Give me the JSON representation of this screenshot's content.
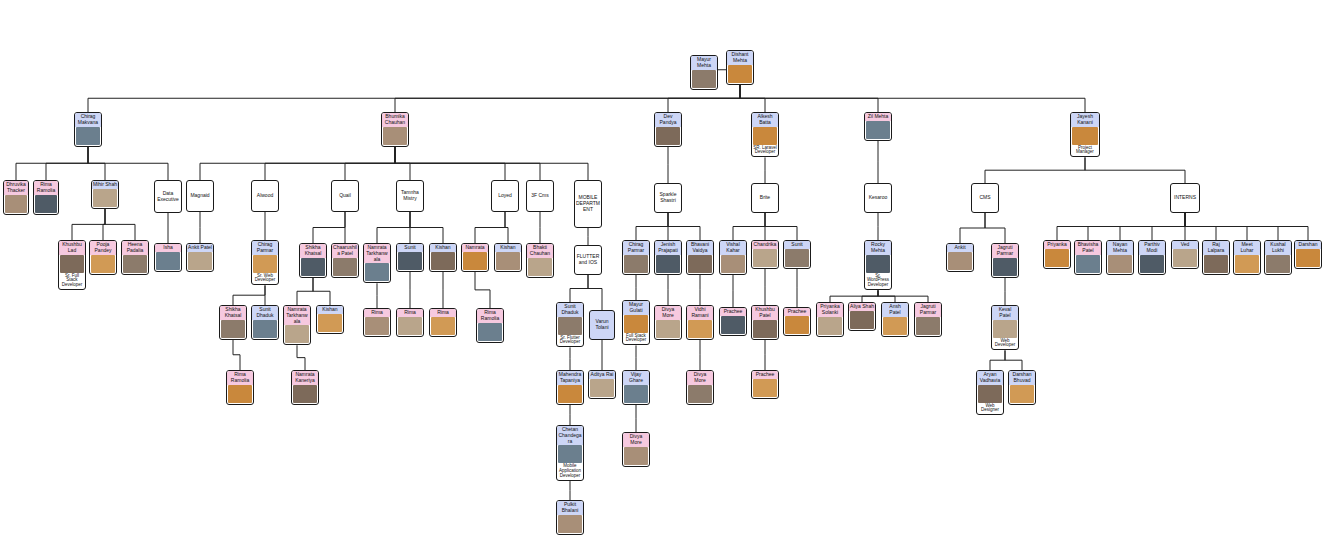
{
  "diagram": {
    "nodes": [
      {
        "text": [
          "Mayur Mehta"
        ]
      },
      {
        "text": [
          "Dishant Mehta"
        ]
      },
      {
        "text": [
          "Chirag Makvana"
        ]
      },
      {
        "text": [
          "Dhruvika Thacker"
        ]
      },
      {
        "text": [
          "Rima Ramolia"
        ]
      },
      {
        "text": [
          "Mihir Shah"
        ]
      },
      {
        "text": [
          "Khushbu Lad",
          "Sr. Full Stack Developer"
        ]
      },
      {
        "text": [
          "Pooja Pandey"
        ]
      },
      {
        "text": [
          "Heena Padalia"
        ]
      },
      {
        "text": [
          "Data Executive"
        ]
      },
      {
        "text": [
          "Isha"
        ]
      },
      {
        "text": [
          "Bhumika Chauhan"
        ]
      },
      {
        "text": [
          "Magnaid"
        ]
      },
      {
        "text": [
          "Ankit Patel"
        ]
      },
      {
        "text": [
          "Alwood"
        ]
      },
      {
        "text": [
          "Chirag Parmar",
          "Sr. Web Developer"
        ]
      },
      {
        "text": [
          "Shikha Khatsal"
        ]
      },
      {
        "text": [
          "Rima Ramolia"
        ]
      },
      {
        "text": [
          "Sunit Dhaduk"
        ]
      },
      {
        "text": [
          "Quail"
        ]
      },
      {
        "text": [
          "Shikha Khatsal"
        ]
      },
      {
        "text": [
          "Namrata Tarkhanwala"
        ]
      },
      {
        "text": [
          "Namrata Kaneriya"
        ]
      },
      {
        "text": [
          "Kishan"
        ]
      },
      {
        "text": [
          "Chaarushila Patel"
        ]
      },
      {
        "text": [
          "Tamnha Mistry"
        ]
      },
      {
        "text": [
          "Namrata Tarkhanwala"
        ]
      },
      {
        "text": [
          "Rima"
        ]
      },
      {
        "text": [
          "Sunit"
        ]
      },
      {
        "text": [
          "Rima"
        ]
      },
      {
        "text": [
          "Kishan"
        ]
      },
      {
        "text": [
          "Rima"
        ]
      },
      {
        "text": [
          "Loyed"
        ]
      },
      {
        "text": [
          "Namrata"
        ]
      },
      {
        "text": [
          "Rima Ramolia"
        ]
      },
      {
        "text": [
          "Kishan"
        ]
      },
      {
        "text": [
          "3F Cms"
        ]
      },
      {
        "text": [
          "Bhakti Chauhan"
        ]
      },
      {
        "text": [
          "MOBILE DEPARTMENT"
        ]
      },
      {
        "text": [
          "FLUTTER and IOS"
        ]
      },
      {
        "text": [
          "Sunit Dhaduk",
          "Sr. Flutter Developer"
        ]
      },
      {
        "text": [
          "Mahendra Tapaniya"
        ]
      },
      {
        "text": [
          "Chetan Chandegara",
          "Mobile Application Developer"
        ]
      },
      {
        "text": [
          "Pulkit Bhalani"
        ]
      },
      {
        "text": [
          "Varun Tolani"
        ]
      },
      {
        "text": [
          "Aditya Rai"
        ]
      },
      {
        "text": [
          "Dev Pandya"
        ]
      },
      {
        "text": [
          "Sparkle Shastri"
        ]
      },
      {
        "text": [
          "Chirag Parmar"
        ]
      },
      {
        "text": [
          "Mayur Gulati",
          "Full Stack Developer"
        ]
      },
      {
        "text": [
          "Vijay Ghare"
        ]
      },
      {
        "text": [
          "Divya More"
        ]
      },
      {
        "text": [
          "Jenish Prajapati"
        ]
      },
      {
        "text": [
          "Divya More"
        ]
      },
      {
        "text": [
          "Bhavani Vaidya"
        ]
      },
      {
        "text": [
          "Vidhi Ramani"
        ]
      },
      {
        "text": [
          "Divya More"
        ]
      },
      {
        "text": [
          "Alkesh Batta",
          "SR. Laravel Developer"
        ]
      },
      {
        "text": [
          "Brite"
        ]
      },
      {
        "text": [
          "Vishal Kahar"
        ]
      },
      {
        "text": [
          "Prachee"
        ]
      },
      {
        "text": [
          "Chandrika"
        ]
      },
      {
        "text": [
          "Khushbu Patel"
        ]
      },
      {
        "text": [
          "Prachee"
        ]
      },
      {
        "text": [
          "Sunit"
        ]
      },
      {
        "text": [
          "Prachee"
        ]
      },
      {
        "text": [
          "Zil Mehta"
        ]
      },
      {
        "text": [
          "Kesaroo"
        ]
      },
      {
        "text": [
          "Rocky Mehta",
          "Sr. WordPress Developer"
        ]
      },
      {
        "text": [
          "Priyanka Solanki"
        ]
      },
      {
        "text": [
          "Aliya Shah"
        ]
      },
      {
        "text": [
          "Ansh Patel"
        ]
      },
      {
        "text": [
          "Jagruti Parmar"
        ]
      },
      {
        "text": [
          "Jayesh Kanani",
          "Project Manager"
        ]
      },
      {
        "text": [
          "CMS"
        ]
      },
      {
        "text": [
          "Ankit"
        ]
      },
      {
        "text": [
          "Jagruti Parmar"
        ]
      },
      {
        "text": [
          "Keval Patel",
          "Web Developer"
        ]
      },
      {
        "text": [
          "Aryan Vadhavia",
          "Web Designer"
        ]
      },
      {
        "text": [
          "Darshan Bhuvad"
        ]
      },
      {
        "text": [
          "INTERNS"
        ]
      },
      {
        "text": [
          "Priyanka"
        ]
      },
      {
        "text": [
          "Bhavisha Patel"
        ]
      },
      {
        "text": [
          "Nayan Mehta"
        ]
      },
      {
        "text": [
          "Parthiv Modi"
        ]
      },
      {
        "text": [
          "Ved"
        ]
      },
      {
        "text": [
          "Raj Lalpara"
        ]
      },
      {
        "text": [
          "Meet Luhar"
        ]
      },
      {
        "text": [
          "Kushal Lukhi"
        ]
      },
      {
        "text": [
          "Darshan"
        ]
      }
    ],
    "edges": [
      {
        "from": 0,
        "to": 1,
        "arrow": "none"
      },
      {
        "from": 1,
        "to": 2,
        "arrow": "none"
      },
      {
        "from": 1,
        "to": 11,
        "arrow": "none"
      },
      {
        "from": 1,
        "to": 46,
        "arrow": "none"
      },
      {
        "from": 1,
        "to": 57,
        "arrow": "none"
      },
      {
        "from": 1,
        "to": 66,
        "arrow": "none"
      },
      {
        "from": 1,
        "to": 73,
        "arrow": "none"
      },
      {
        "from": 2,
        "to": 3,
        "arrow": "none"
      },
      {
        "from": 2,
        "to": 4,
        "arrow": "none"
      },
      {
        "from": 2,
        "to": 5,
        "arrow": "none"
      },
      {
        "from": 2,
        "to": 9,
        "arrow": "none"
      },
      {
        "from": 5,
        "to": 6,
        "arrow": "none"
      },
      {
        "from": 5,
        "to": 7,
        "arrow": "none"
      },
      {
        "from": 5,
        "to": 8,
        "arrow": "none"
      },
      {
        "from": 9,
        "to": 10,
        "arrow": "none"
      },
      {
        "from": 11,
        "to": 12,
        "arrow": "none"
      },
      {
        "from": 11,
        "to": 14,
        "arrow": "none"
      },
      {
        "from": 11,
        "to": 19,
        "arrow": "none"
      },
      {
        "from": 11,
        "to": 25,
        "arrow": "none"
      },
      {
        "from": 11,
        "to": 32,
        "arrow": "none"
      },
      {
        "from": 11,
        "to": 36,
        "arrow": "none"
      },
      {
        "from": 11,
        "to": 38,
        "arrow": "none"
      },
      {
        "from": 12,
        "to": 13,
        "arrow": "none"
      },
      {
        "from": 14,
        "to": 15,
        "arrow": "none"
      },
      {
        "from": 15,
        "to": 16,
        "arrow": "none"
      },
      {
        "from": 15,
        "to": 18,
        "arrow": "none"
      },
      {
        "from": 16,
        "to": 17,
        "arrow": "none"
      },
      {
        "from": 19,
        "to": 20,
        "arrow": "none"
      },
      {
        "from": 19,
        "to": 24,
        "arrow": "none"
      },
      {
        "from": 20,
        "to": 21,
        "arrow": "none"
      },
      {
        "from": 20,
        "to": 23,
        "arrow": "none"
      },
      {
        "from": 21,
        "to": 22,
        "arrow": "none"
      },
      {
        "from": 25,
        "to": 26,
        "arrow": "none"
      },
      {
        "from": 25,
        "to": 28,
        "arrow": "none"
      },
      {
        "from": 25,
        "to": 30,
        "arrow": "none"
      },
      {
        "from": 26,
        "to": 27,
        "arrow": "none"
      },
      {
        "from": 28,
        "to": 29,
        "arrow": "none"
      },
      {
        "from": 30,
        "to": 31,
        "arrow": "none"
      },
      {
        "from": 32,
        "to": 33,
        "arrow": "none"
      },
      {
        "from": 32,
        "to": 35,
        "arrow": "none"
      },
      {
        "from": 33,
        "to": 34,
        "arrow": "none"
      },
      {
        "from": 36,
        "to": 37,
        "arrow": "none"
      },
      {
        "from": 38,
        "to": 39,
        "arrow": "none"
      },
      {
        "from": 39,
        "to": 40,
        "arrow": "none"
      },
      {
        "from": 39,
        "to": 44,
        "arrow": "none"
      },
      {
        "from": 40,
        "to": 41,
        "arrow": "none"
      },
      {
        "from": 41,
        "to": 42,
        "arrow": "none"
      },
      {
        "from": 42,
        "to": 43,
        "arrow": "none"
      },
      {
        "from": 44,
        "to": 45,
        "arrow": "none"
      },
      {
        "from": 46,
        "to": 47,
        "arrow": "none"
      },
      {
        "from": 47,
        "to": 48,
        "arrow": "none"
      },
      {
        "from": 47,
        "to": 52,
        "arrow": "none"
      },
      {
        "from": 47,
        "to": 54,
        "arrow": "none"
      },
      {
        "from": 48,
        "to": 49,
        "arrow": "none"
      },
      {
        "from": 49,
        "to": 50,
        "arrow": "none"
      },
      {
        "from": 50,
        "to": 51,
        "arrow": "none"
      },
      {
        "from": 52,
        "to": 53,
        "arrow": "none"
      },
      {
        "from": 54,
        "to": 55,
        "arrow": "none"
      },
      {
        "from": 55,
        "to": 56,
        "arrow": "none"
      },
      {
        "from": 57,
        "to": 58,
        "arrow": "none"
      },
      {
        "from": 58,
        "to": 59,
        "arrow": "none"
      },
      {
        "from": 58,
        "to": 61,
        "arrow": "none"
      },
      {
        "from": 58,
        "to": 64,
        "arrow": "none"
      },
      {
        "from": 59,
        "to": 60,
        "arrow": "none"
      },
      {
        "from": 61,
        "to": 62,
        "arrow": "none"
      },
      {
        "from": 62,
        "to": 63,
        "arrow": "none"
      },
      {
        "from": 64,
        "to": 65,
        "arrow": "none"
      },
      {
        "from": 66,
        "to": 67,
        "arrow": "none"
      },
      {
        "from": 67,
        "to": 68,
        "arrow": "none"
      },
      {
        "from": 68,
        "to": 69,
        "arrow": "none"
      },
      {
        "from": 68,
        "to": 70,
        "arrow": "none"
      },
      {
        "from": 68,
        "to": 71,
        "arrow": "none"
      },
      {
        "from": 68,
        "to": 72,
        "arrow": "none"
      },
      {
        "from": 73,
        "to": 74,
        "arrow": "none"
      },
      {
        "from": 73,
        "to": 80,
        "arrow": "none"
      },
      {
        "from": 74,
        "to": 75,
        "arrow": "none"
      },
      {
        "from": 74,
        "to": 76,
        "arrow": "none"
      },
      {
        "from": 76,
        "to": 77,
        "arrow": "none"
      },
      {
        "from": 77,
        "to": 78,
        "arrow": "none"
      },
      {
        "from": 77,
        "to": 79,
        "arrow": "none"
      },
      {
        "from": 80,
        "to": 81,
        "arrow": "none"
      },
      {
        "from": 80,
        "to": 82,
        "arrow": "none"
      },
      {
        "from": 80,
        "to": 83,
        "arrow": "none"
      },
      {
        "from": 80,
        "to": 84,
        "arrow": "none"
      },
      {
        "from": 80,
        "to": 85,
        "arrow": "none"
      },
      {
        "from": 80,
        "to": 86,
        "arrow": "none"
      },
      {
        "from": 80,
        "to": 87,
        "arrow": "none"
      },
      {
        "from": 80,
        "to": 88,
        "arrow": "none"
      },
      {
        "from": 80,
        "to": 89,
        "arrow": "none"
      }
    ]
  }
}
